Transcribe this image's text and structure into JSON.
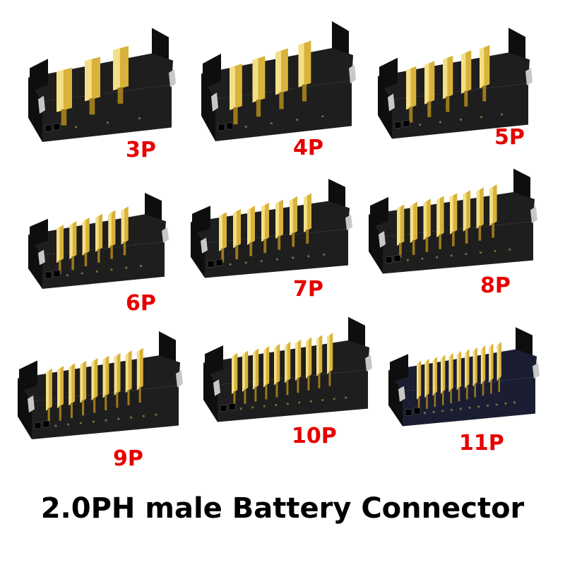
{
  "caption": "2.0PH male Battery Connector",
  "colors": {
    "label": "#e60000",
    "housing": "#1e1e1e",
    "housing_dark": "#0e0e0e",
    "housing_navy": "#1b1d33",
    "gold": "#d8b23a",
    "gold_light": "#f3df86",
    "gold_dark": "#9c7a1a",
    "pin_silver": "#c8c8c8"
  },
  "connectors": [
    {
      "label": "3P",
      "pins": 3,
      "housing_color": "#1e1e1e"
    },
    {
      "label": "4P",
      "pins": 4,
      "housing_color": "#1e1e1e"
    },
    {
      "label": "5P",
      "pins": 5,
      "housing_color": "#1e1e1e"
    },
    {
      "label": "6P",
      "pins": 6,
      "housing_color": "#1e1e1e"
    },
    {
      "label": "7P",
      "pins": 7,
      "housing_color": "#1e1e1e"
    },
    {
      "label": "8P",
      "pins": 8,
      "housing_color": "#1e1e1e"
    },
    {
      "label": "9P",
      "pins": 9,
      "housing_color": "#1e1e1e"
    },
    {
      "label": "10P",
      "pins": 10,
      "housing_color": "#1e1e1e"
    },
    {
      "label": "11P",
      "pins": 11,
      "housing_color": "#1b1d33"
    }
  ]
}
